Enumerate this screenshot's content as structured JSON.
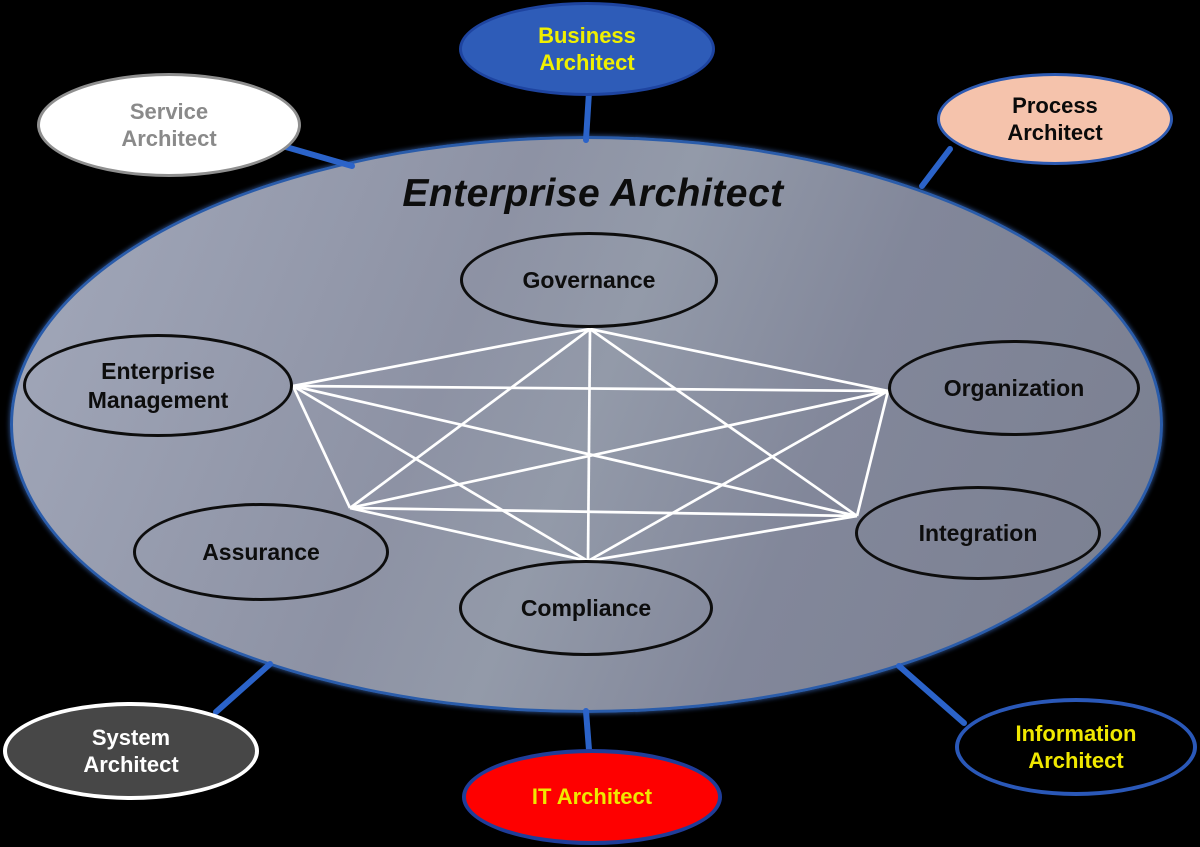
{
  "diagram": {
    "title": "Enterprise Architect",
    "inner_nodes": [
      {
        "id": "governance",
        "label": "Governance"
      },
      {
        "id": "enterprise-management",
        "label": "Enterprise\nManagement"
      },
      {
        "id": "organization",
        "label": "Organization"
      },
      {
        "id": "assurance",
        "label": "Assurance"
      },
      {
        "id": "integration",
        "label": "Integration"
      },
      {
        "id": "compliance",
        "label": "Compliance"
      }
    ],
    "outer_nodes": [
      {
        "id": "service-architect",
        "label": "Service\nArchitect",
        "fill": "#ffffff",
        "border": "#8f8f8f",
        "text": "#8a8a8a"
      },
      {
        "id": "business-architect",
        "label": "Business\nArchitect",
        "fill": "#2e5cb8",
        "border": "#1e44a0",
        "text": "#f0f000"
      },
      {
        "id": "process-architect",
        "label": "Process\nArchitect",
        "fill": "#f5c3ac",
        "border": "#2d5ab2",
        "text": "#0a0a0a"
      },
      {
        "id": "system-architect",
        "label": "System\nArchitect",
        "fill": "#474747",
        "border": "#ffffff",
        "text": "#ffffff"
      },
      {
        "id": "it-architect",
        "label": "IT Architect",
        "fill": "#fe0000",
        "border": "#1f3d99",
        "text": "#f0e800"
      },
      {
        "id": "information-architect",
        "label": "Information\nArchitect",
        "fill": "#000000",
        "border": "#2a58b8",
        "text": "#f0e800"
      }
    ],
    "mesh_edges": [
      [
        "governance",
        "enterprise-management"
      ],
      [
        "governance",
        "organization"
      ],
      [
        "governance",
        "assurance"
      ],
      [
        "governance",
        "integration"
      ],
      [
        "governance",
        "compliance"
      ],
      [
        "enterprise-management",
        "organization"
      ],
      [
        "enterprise-management",
        "assurance"
      ],
      [
        "enterprise-management",
        "integration"
      ],
      [
        "enterprise-management",
        "compliance"
      ],
      [
        "organization",
        "assurance"
      ],
      [
        "organization",
        "integration"
      ],
      [
        "organization",
        "compliance"
      ],
      [
        "assurance",
        "integration"
      ],
      [
        "assurance",
        "compliance"
      ],
      [
        "integration",
        "compliance"
      ]
    ],
    "colors": {
      "background": "#000000",
      "main_ellipse_border": "#2a5caa",
      "mesh_line": "#ffffff",
      "connector": "#2b63c9"
    }
  }
}
